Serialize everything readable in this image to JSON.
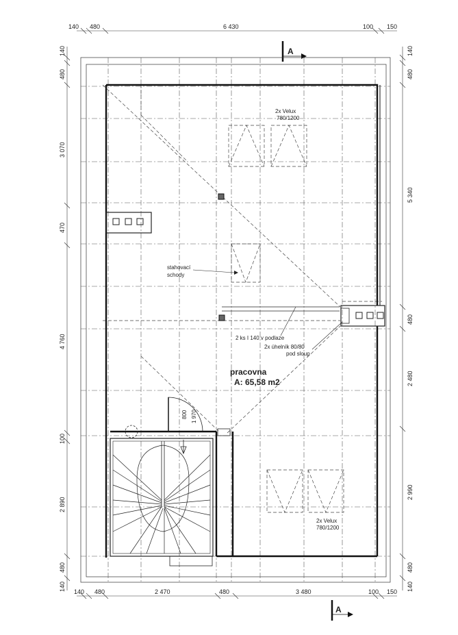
{
  "dimensions": {
    "top": [
      "140",
      "480",
      "6 430",
      "100",
      "150"
    ],
    "bottom": [
      "140",
      "480",
      "2 470",
      "480",
      "3 480",
      "100",
      "150"
    ],
    "left": [
      "140",
      "480",
      "3 070",
      "470",
      "4 760",
      "100",
      "2 890",
      "480",
      "140"
    ],
    "right": [
      "140",
      "480",
      "5 340",
      "480",
      "2 480",
      "2 990",
      "480",
      "140"
    ]
  },
  "section_marks": {
    "top": "A",
    "bottom": "A"
  },
  "labels": {
    "velux_top_line1": "2x Velux",
    "velux_top_line2": "780/1200",
    "velux_bottom_line1": "2x Velux",
    "velux_bottom_line2": "780/1200",
    "stairs_fold_line1": "stahovací",
    "stairs_fold_line2": "schody",
    "beam_note": "2 ks I 140 v podlaze",
    "angle_note_line1": "2x úhelník 80/80",
    "angle_note_line2": "pod sloup",
    "room_name": "pracovna",
    "room_area": "A: 65,58 m2",
    "door_width": "800",
    "door_height": "1 970"
  }
}
